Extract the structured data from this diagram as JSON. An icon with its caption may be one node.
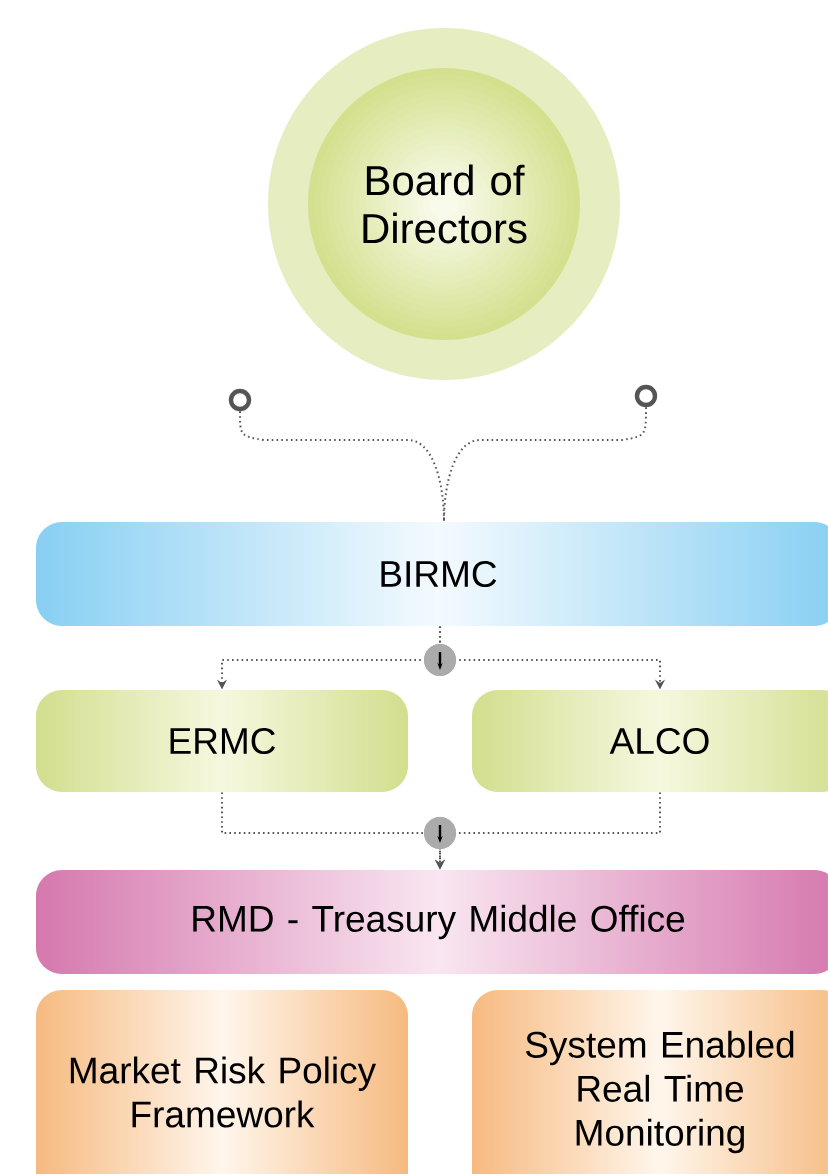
{
  "diagram": {
    "nodes": [
      {
        "text": [
          "Board of Directors"
        ]
      },
      {
        "text": [],
        "shape": "circle"
      },
      {
        "text": [],
        "shape": "circle"
      },
      {
        "text": [
          "BIRMC"
        ]
      },
      {
        "text": [
          "ERMC"
        ]
      },
      {
        "text": [
          "ALCO"
        ]
      },
      {
        "text": [
          "RMD - Treasury Middle Office"
        ]
      },
      {
        "text": [
          "Market Risk Policy Framework"
        ]
      },
      {
        "text": [
          "System Enabled Real Time Monitoring"
        ]
      }
    ],
    "edges": [
      {
        "from": 1,
        "to": 3,
        "arrow": "none"
      },
      {
        "from": 2,
        "to": 3,
        "arrow": "none"
      },
      {
        "from": 3,
        "to": 4,
        "arrow": "to"
      },
      {
        "from": 3,
        "to": 5,
        "arrow": "to"
      },
      {
        "from": 4,
        "to": 6,
        "arrow": "to"
      },
      {
        "from": 5,
        "to": 6,
        "arrow": "to"
      }
    ]
  }
}
